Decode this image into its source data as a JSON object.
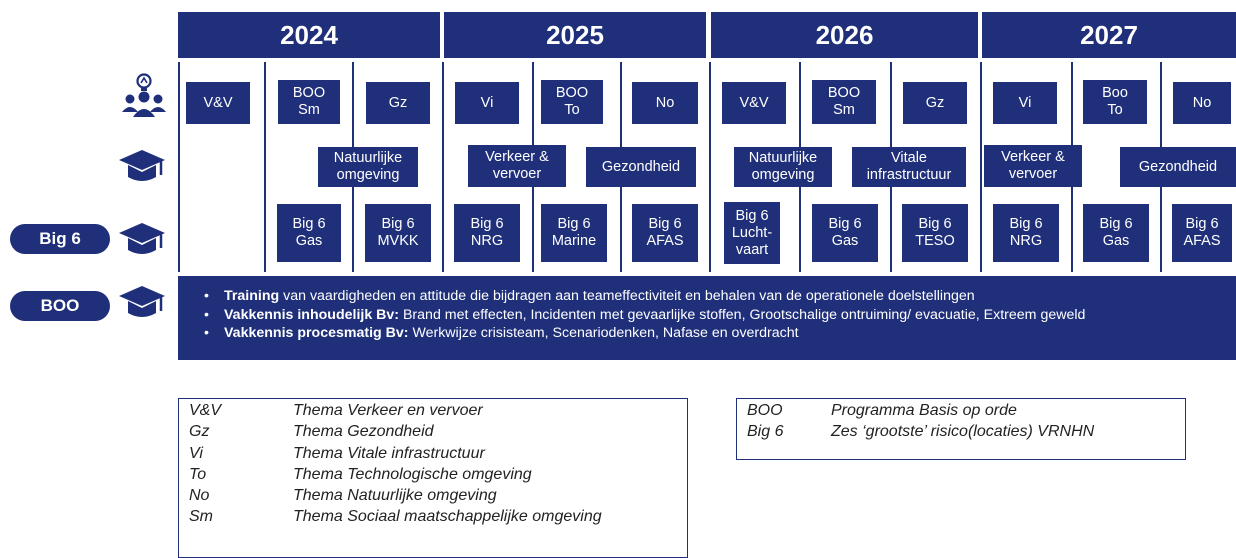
{
  "years": [
    "2024",
    "2025",
    "2026",
    "2027"
  ],
  "row_icons": {
    "participants": "team-people-icon",
    "training": "graduation-cap-icon"
  },
  "pills": {
    "big6": "Big 6",
    "boo": "BOO"
  },
  "row1": [
    {
      "l1": "V&V",
      "l2": ""
    },
    {
      "l1": "BOO",
      "l2": "Sm"
    },
    {
      "l1": "Gz",
      "l2": ""
    },
    {
      "l1": "Vi",
      "l2": ""
    },
    {
      "l1": "BOO",
      "l2": "To"
    },
    {
      "l1": "No",
      "l2": ""
    },
    {
      "l1": "V&V",
      "l2": ""
    },
    {
      "l1": "BOO",
      "l2": "Sm"
    },
    {
      "l1": "Gz",
      "l2": ""
    },
    {
      "l1": "Vi",
      "l2": ""
    },
    {
      "l1": "Boo",
      "l2": "To"
    },
    {
      "l1": "No",
      "l2": ""
    }
  ],
  "row2": [
    {
      "l1": "Natuurlijke",
      "l2": "omgeving"
    },
    {
      "l1": "Verkeer &",
      "l2": "vervoer"
    },
    {
      "l1": "Gezondheid",
      "l2": ""
    },
    {
      "l1": "Natuurlijke",
      "l2": "omgeving"
    },
    {
      "l1": "Vitale",
      "l2": "infrastructuur"
    },
    {
      "l1": "Verkeer &",
      "l2": "vervoer"
    },
    {
      "l1": "Gezondheid",
      "l2": ""
    }
  ],
  "row3": [
    {
      "l1": "Big 6",
      "l2": "Gas",
      "l3": ""
    },
    {
      "l1": "Big 6",
      "l2": "MVKK",
      "l3": ""
    },
    {
      "l1": "Big 6",
      "l2": "NRG",
      "l3": ""
    },
    {
      "l1": "Big 6",
      "l2": "Marine",
      "l3": ""
    },
    {
      "l1": "Big 6",
      "l2": "AFAS",
      "l3": ""
    },
    {
      "l1": "Big 6",
      "l2": "Lucht-",
      "l3": "vaart"
    },
    {
      "l1": "Big 6",
      "l2": "Gas",
      "l3": ""
    },
    {
      "l1": "Big 6",
      "l2": "TESO",
      "l3": ""
    },
    {
      "l1": "Big 6",
      "l2": "NRG",
      "l3": ""
    },
    {
      "l1": "Big 6",
      "l2": "Gas",
      "l3": ""
    },
    {
      "l1": "Big 6",
      "l2": "AFAS",
      "l3": ""
    }
  ],
  "banner": [
    {
      "bullet": "•",
      "bold": "Training",
      "text": " van vaardigheden en attitude die bijdragen aan teameffectiviteit en behalen van de operationele doelstellingen"
    },
    {
      "bullet": "•",
      "bold": "Vakkennis inhoudelijk Bv:",
      "text": " Brand met effecten, Incidenten met gevaarlijke stoffen, Grootschalige ontruiming/ evacuatie, Extreem geweld"
    },
    {
      "bullet": "•",
      "bold": "Vakkennis procesmatig Bv:",
      "text": " Werkwijze crisisteam, Scenariodenken, Nafase en overdracht"
    }
  ],
  "legend1": [
    {
      "abbr": "V&V",
      "desc": "Thema Verkeer en vervoer"
    },
    {
      "abbr": "Gz",
      "desc": "Thema Gezondheid"
    },
    {
      "abbr": "Vi",
      "desc": "Thema Vitale infrastructuur"
    },
    {
      "abbr": "To",
      "desc": "Thema Technologische omgeving"
    },
    {
      "abbr": "No",
      "desc": "Thema Natuurlijke omgeving"
    },
    {
      "abbr": "Sm",
      "desc": "Thema Sociaal maatschappelijke omgeving"
    }
  ],
  "legend2": [
    {
      "abbr": "BOO",
      "desc": "Programma Basis op orde"
    },
    {
      "abbr": "Big 6",
      "desc": "Zes ‘grootste’ risico(locaties) VRNHN"
    }
  ],
  "colors": {
    "navy": "#1f2f7a",
    "background": "#ffffff"
  }
}
